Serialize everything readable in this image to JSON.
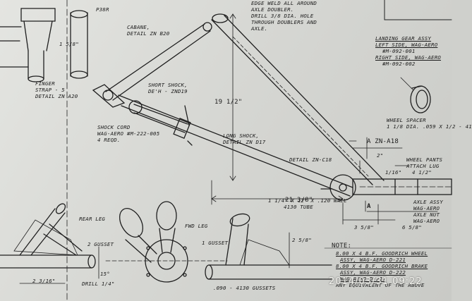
{
  "drawing": {
    "top_note": [
      "EDGE WELD ALL AROUND",
      "AXLE DOUBLER.",
      "DRILL 3/8 DIA. HOLE",
      "THROUGH DOUBLERS AND",
      "AXLE."
    ],
    "top_left_fragment": "P38R",
    "finger_strap": [
      "FINGER",
      "STRAP - 5",
      "DETAIL ZN A20"
    ],
    "dim_1_5": "1 5/8\"",
    "cabane": [
      "CABANE,",
      "DETAIL ZN B20"
    ],
    "short_shock": [
      "SHORT SHOCK,",
      "DE'H - ZND19"
    ],
    "shock_cord": [
      "SHOCK CORD",
      "WAG-AERO #M-222-005",
      "4 REQD."
    ],
    "long_shock": [
      "LONG SHOCK,",
      "DETAIL ZN D17"
    ],
    "dim_vertical": "19 1/2\"",
    "detail_zn_c18": "DETAIL ZN-C18",
    "section_a_top": "A ZN-A18",
    "section_a_bottom": "A",
    "dim_2": "2\"",
    "dim_1_16": "1/16\"",
    "dim_21": "21 3/8\"",
    "dim_3_5": "3 5/8\"",
    "dim_6_5": "6 5/8\"",
    "dim_4_5": "4 1/2\"",
    "tube_spec": [
      "1 1/4\" x 12\" x .120 WALL",
      "4130 TUBE"
    ],
    "wheel_pants": [
      "WHEEL PANTS",
      "ATTACH LUG"
    ],
    "wheel_spacer": [
      "WHEEL SPACER",
      "1 1/8 DIA. .059 x 1/2 - 41"
    ],
    "landing_gear": [
      "LANDING GEAR ASSY",
      "LEFT SIDE, WAG-AERO",
      "#M-092-001",
      "RIGHT SIDE, WAG-AERO",
      "#M-092-002"
    ],
    "axle_assy": [
      "AXLE ASSY",
      "WAG-AERO",
      "AXLE NUT",
      "WAG-AERO"
    ],
    "rear_leg": "REAR LEG",
    "fwd_leg": "FWD LEG",
    "gusset_left": "2 GUSSET",
    "gusset_right": "1 GUSSET",
    "dim_15deg": "15°",
    "drill": "DRILL 1/4\"",
    "dim_2_3_16": "2 3/16\"",
    "dim_2_5_8": "2 5/8\"",
    "gussets": ".090 - 4130 GUSSETS",
    "note_title": "NOTE:",
    "note_lines": [
      "8.00 x 4 B.F. GOODRICH WHEEL",
      "ASSY, WAG-AERO D-221",
      "8.00 x 4 B.F. GOODRICH BRAKE",
      "ASSY, WAG-AERO D-222",
      "WAG-AERO D-217",
      "ANY EQUIVALENT OF THE ABOVE"
    ],
    "timestamp": "2014/03/31 09:22"
  }
}
